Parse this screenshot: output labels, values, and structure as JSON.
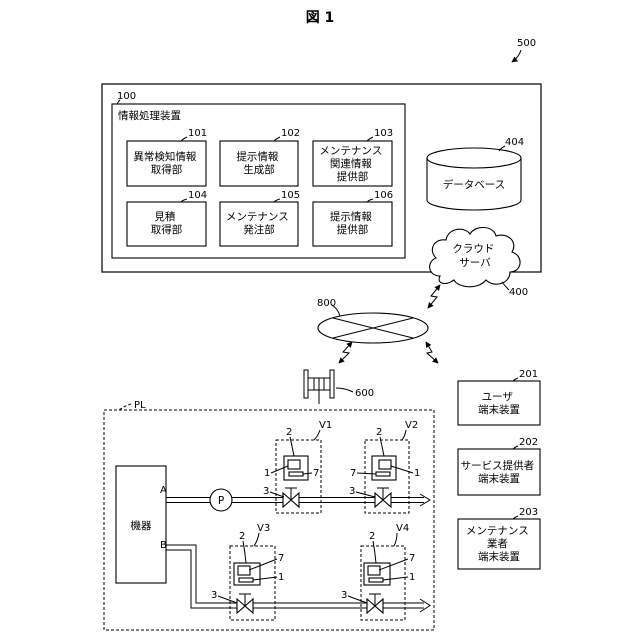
{
  "figure": {
    "title": "図 1",
    "ref": "500"
  },
  "cloud_server": {
    "system_ref": "100",
    "processor_label": "情報処理装置",
    "units": [
      {
        "ref": "101",
        "lines": [
          "異常検知情報",
          "取得部"
        ]
      },
      {
        "ref": "102",
        "lines": [
          "提示情報",
          "生成部"
        ]
      },
      {
        "ref": "103",
        "lines": [
          "メンテナンス",
          "関連情報",
          "提供部"
        ]
      },
      {
        "ref": "104",
        "lines": [
          "見積",
          "取得部"
        ]
      },
      {
        "ref": "105",
        "lines": [
          "メンテナンス",
          "発注部"
        ]
      },
      {
        "ref": "106",
        "lines": [
          "提示情報",
          "提供部"
        ]
      }
    ],
    "database": {
      "ref": "404",
      "label": "データベース"
    },
    "cloud": {
      "ref": "400",
      "lines": [
        "クラウド",
        "サーバ"
      ]
    }
  },
  "network": {
    "ref": "800"
  },
  "gateway": {
    "ref": "600"
  },
  "plant": {
    "ref": "PL",
    "equipment_label": "機器",
    "line_a": "A",
    "line_b": "B",
    "pump_label": "P",
    "valve_groups": [
      {
        "name": "V1",
        "sensor_device_ref": "2",
        "sensor_ref": "1",
        "part_ref": "7",
        "valve_ref": "3"
      },
      {
        "name": "V2",
        "sensor_device_ref": "2",
        "sensor_ref": "1",
        "part_ref": "7",
        "valve_ref": "3"
      },
      {
        "name": "V3",
        "sensor_device_ref": "2",
        "sensor_ref": "1",
        "part_ref": "7",
        "valve_ref": "3"
      },
      {
        "name": "V4",
        "sensor_device_ref": "2",
        "sensor_ref": "1",
        "part_ref": "7",
        "valve_ref": "3"
      }
    ]
  },
  "terminals": [
    {
      "ref": "201",
      "lines": [
        "ユーザ",
        "端末装置"
      ]
    },
    {
      "ref": "202",
      "lines": [
        "サービス提供者",
        "端末装置"
      ]
    },
    {
      "ref": "203",
      "lines": [
        "メンテナンス",
        "業者",
        "端末装置"
      ]
    }
  ]
}
